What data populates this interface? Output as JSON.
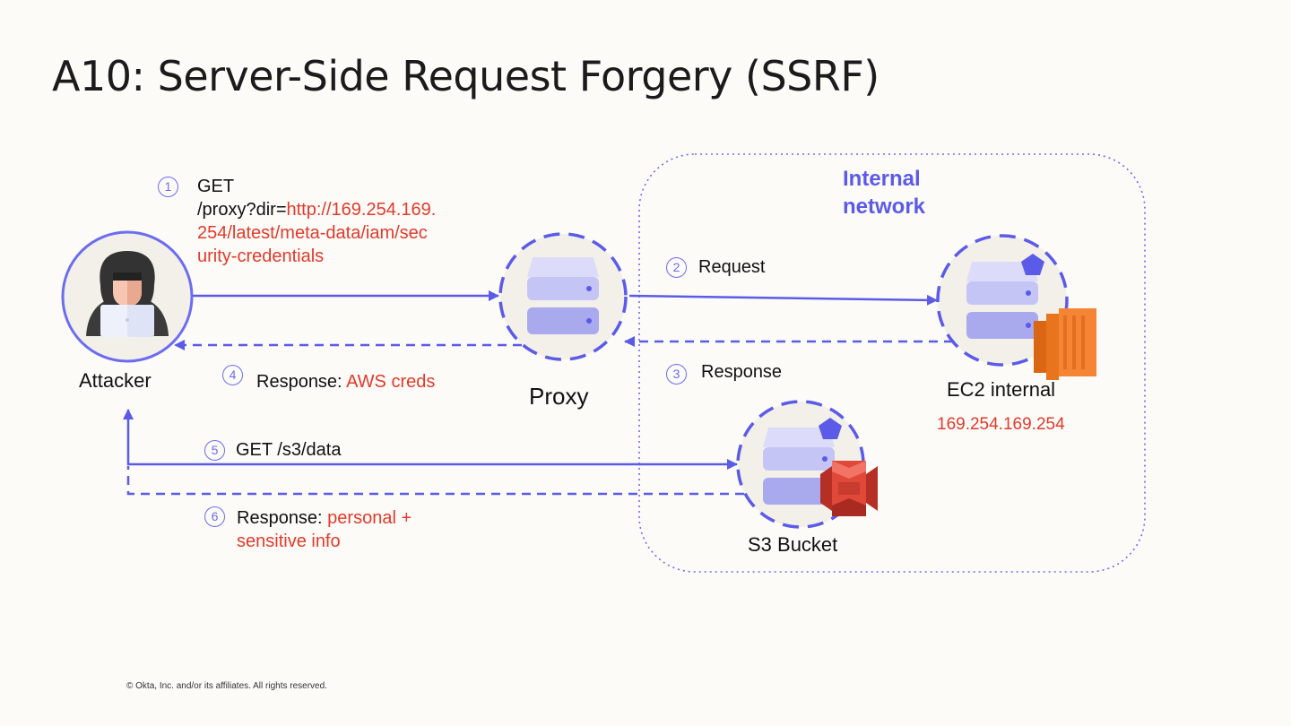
{
  "slide": {
    "title": "A10: Server-Side Request Forgery (SSRF)",
    "footer": "© Okta, Inc. and/or its affiliates. All rights reserved."
  },
  "network": {
    "label_line1": "Internal",
    "label_line2": "network"
  },
  "nodes": {
    "attacker": "Attacker",
    "proxy": "Proxy",
    "ec2": "EC2 internal",
    "ec2_ip": "169.254.169.254",
    "s3": "S3 Bucket"
  },
  "steps": {
    "s1": {
      "num": "1",
      "line1": "GET",
      "line2_prefix": "/proxy?dir=",
      "line2_url": "http://169.254.169.",
      "line3": "254/latest/meta-data/iam/sec",
      "line4": "urity-credentials"
    },
    "s2": {
      "num": "2",
      "text": "Request"
    },
    "s3": {
      "num": "3",
      "text": "Response"
    },
    "s4": {
      "num": "4",
      "text": "Response: ",
      "highlight": "AWS creds"
    },
    "s5": {
      "num": "5",
      "text": "GET /s3/data"
    },
    "s6": {
      "num": "6",
      "text": "Response: ",
      "highlight1": "personal +",
      "highlight2": "sensitive info"
    }
  },
  "colors": {
    "arrow": "#5b5be8",
    "highlight": "#e23a2a",
    "server_light": "#c9c9f7",
    "server_dark": "#a9a9ee",
    "aws_orange": "#f58535",
    "aws_red": "#e0483a"
  },
  "icons": {
    "attacker": "hooded-hacker-icon",
    "server": "server-stack-icon",
    "ec2": "aws-ec2-icon",
    "s3": "aws-s3-icon"
  }
}
